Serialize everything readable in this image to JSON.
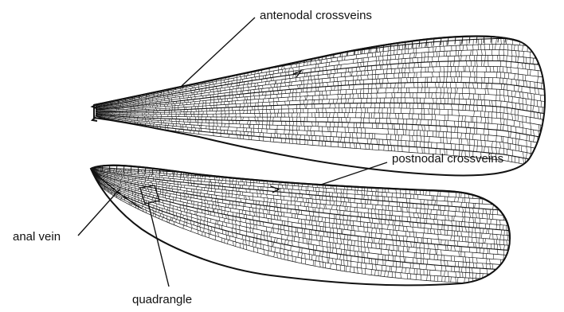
{
  "labels": {
    "antenodal": "antenodal crossveins",
    "postnodal": "postnodal crossveins",
    "anal": "anal vein",
    "quadrangle": "quadrangle"
  },
  "colors": {
    "ink": "#111111",
    "background": "#ffffff"
  }
}
